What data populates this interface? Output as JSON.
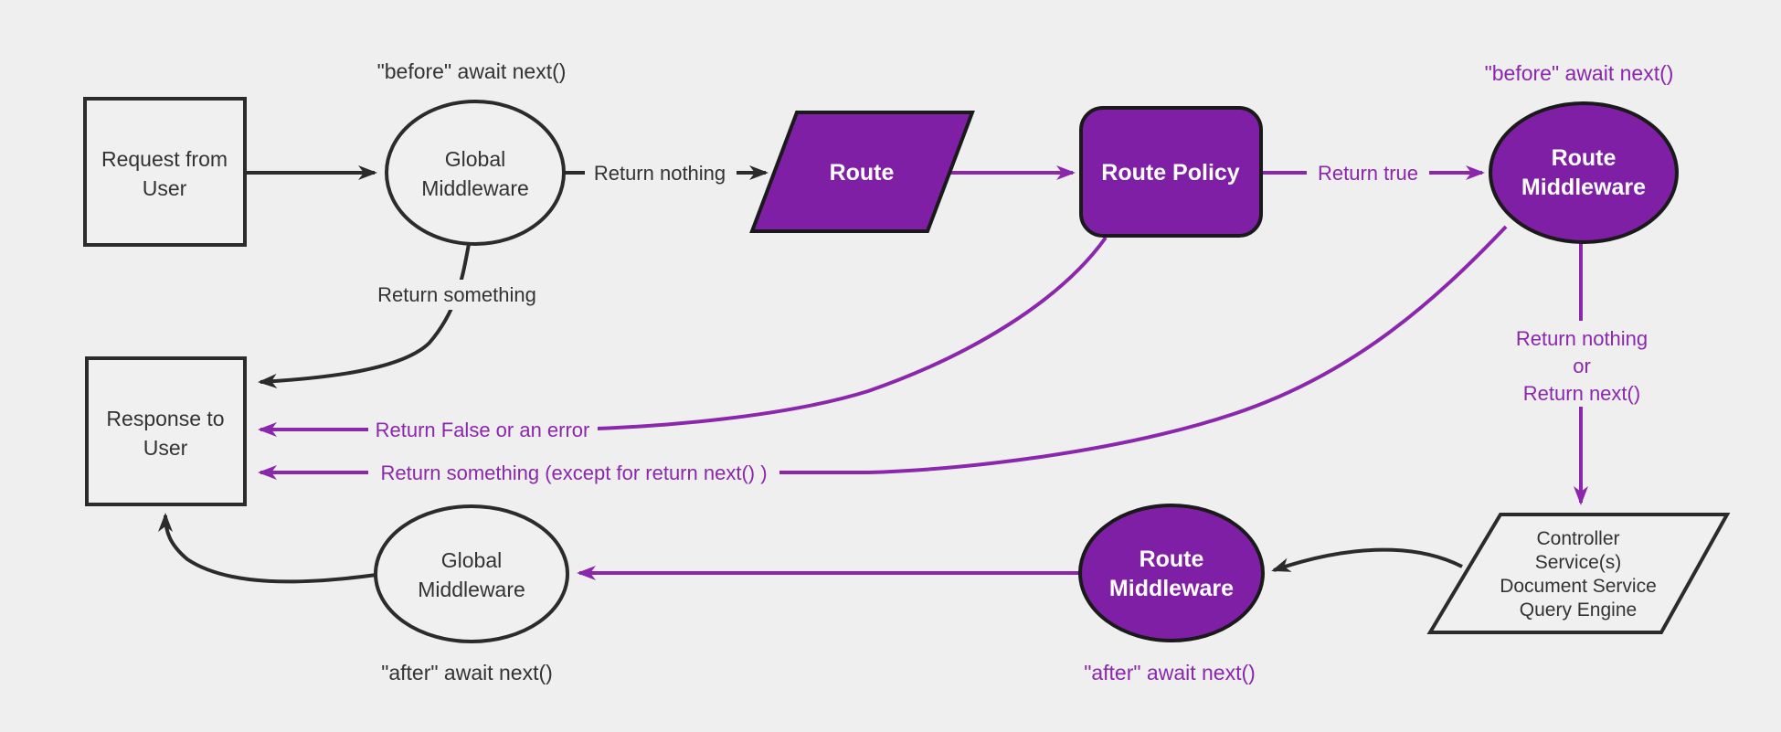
{
  "colors": {
    "background": "#efefef",
    "purple_fill": "#7f1fa5",
    "purple_line": "#8b27ad",
    "black_line": "#2b2b2b",
    "text_dark": "#333333",
    "text_light": "#ffffff",
    "node_light_fill": "#f0f0f0"
  },
  "nodes": {
    "request_from_user": {
      "line1": "Request from",
      "line2": "User"
    },
    "global_middleware_top": {
      "line1": "Global",
      "line2": "Middleware"
    },
    "route": {
      "label": "Route"
    },
    "route_policy": {
      "label": "Route Policy"
    },
    "route_middleware_top": {
      "line1": "Route",
      "line2": "Middleware"
    },
    "controller_services": {
      "line1": "Controller",
      "line2": "Service(s)",
      "line3": "Document Service",
      "line4": "Query Engine"
    },
    "route_middleware_bottom": {
      "line1": "Route",
      "line2": "Middleware"
    },
    "global_middleware_bottom": {
      "line1": "Global",
      "line2": "Middleware"
    },
    "response_to_user": {
      "line1": "Response to",
      "line2": "User"
    }
  },
  "annotations": {
    "before_await_next_global": "\"before\" await next()",
    "before_await_next_route": "\"before\" await next()",
    "after_await_next_global": "\"after\" await next()",
    "after_await_next_route": "\"after\" await next()"
  },
  "edge_labels": {
    "return_nothing": "Return nothing",
    "return_true": "Return true",
    "return_nothing_or_line1": "Return nothing",
    "return_nothing_or_line2": "or",
    "return_nothing_or_line3": "Return next()",
    "return_false_or_error": "Return False or an error",
    "return_something_except": "Return something (except for return next() )",
    "return_something": "Return something"
  }
}
